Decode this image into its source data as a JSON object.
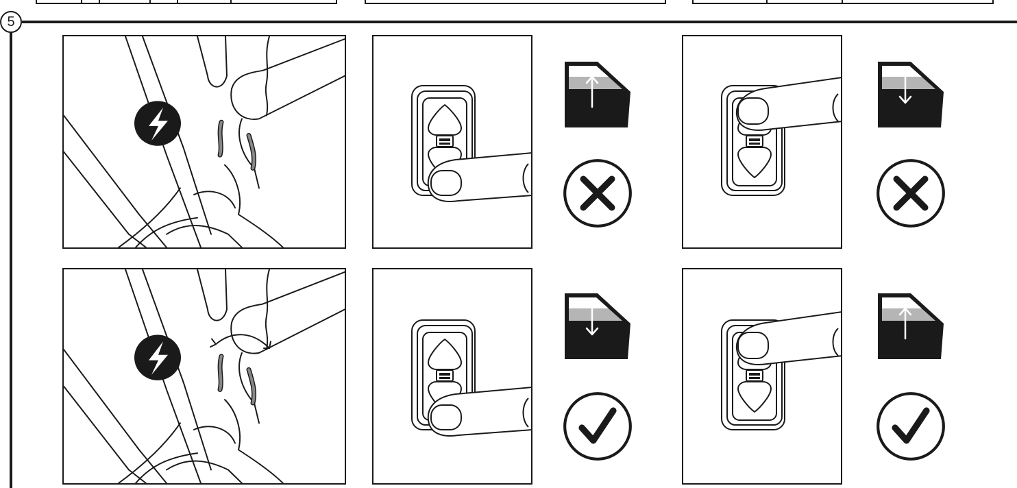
{
  "step": {
    "number": "5"
  },
  "colors": {
    "ink": "#1a1a1a",
    "window_glass": "#b5b5b5",
    "white": "#ffffff"
  },
  "rows": [
    {
      "wire_panel": {
        "icon": "lightning-icon",
        "variant": "wire-connected"
      },
      "switch_tests": [
        {
          "button_pressed": "down",
          "window_direction": "up",
          "result": "incorrect",
          "result_icon": "x-circle-icon"
        },
        {
          "button_pressed": "up",
          "window_direction": "down",
          "result": "incorrect",
          "result_icon": "x-circle-icon"
        }
      ]
    },
    {
      "wire_panel": {
        "icon": "lightning-icon",
        "variant": "wire-swapped"
      },
      "switch_tests": [
        {
          "button_pressed": "down",
          "window_direction": "down",
          "result": "correct",
          "result_icon": "check-circle-icon"
        },
        {
          "button_pressed": "up",
          "window_direction": "up",
          "result": "correct",
          "result_icon": "check-circle-icon"
        }
      ]
    }
  ]
}
